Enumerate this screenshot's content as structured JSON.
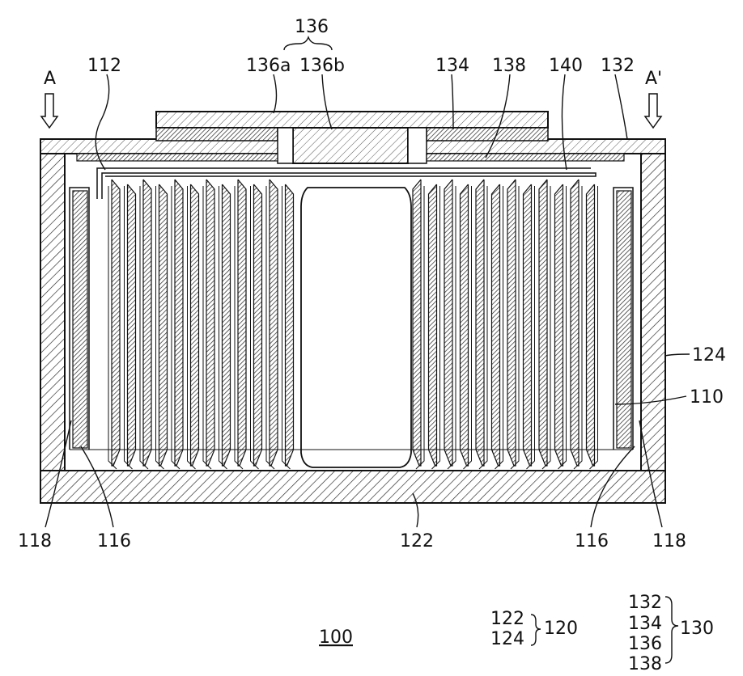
{
  "figure": {
    "labels": {
      "a": "A",
      "a_prime": "A'",
      "l112": "112",
      "l136": "136",
      "l136a": "136a",
      "l136b": "136b",
      "l134": "134",
      "l138": "138",
      "l140": "140",
      "l132": "132",
      "l124": "124",
      "l110": "110",
      "l118_left": "118",
      "l116_left": "116",
      "l122": "122",
      "l116_right": "116",
      "l118_right": "118",
      "l100": "100"
    },
    "legend": {
      "group120": {
        "members": [
          "122",
          "124"
        ],
        "name": "120"
      },
      "group130": {
        "members": [
          "132",
          "134",
          "136",
          "138"
        ],
        "name": "130"
      }
    }
  }
}
